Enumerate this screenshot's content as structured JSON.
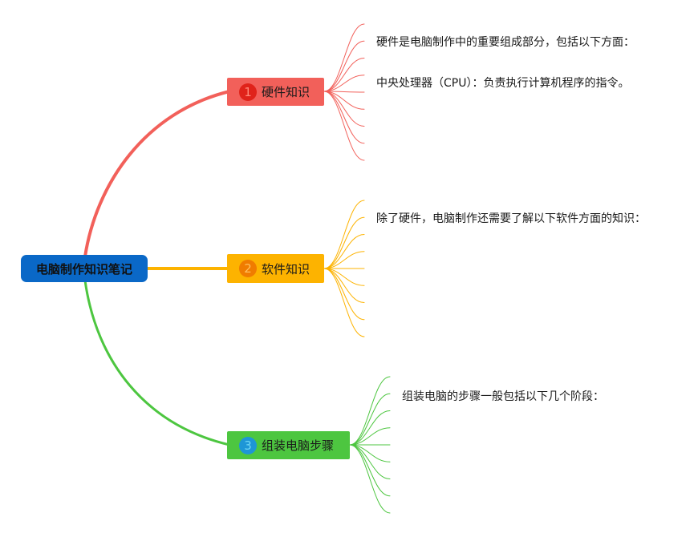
{
  "root": {
    "label": "电脑制作知识笔记"
  },
  "branches": [
    {
      "number": "1",
      "label": "硬件知识",
      "color": "#f2605a",
      "notes": [
        "硬件是电脑制作中的重要组成部分，包括以下方面：",
        "中央处理器（CPU）：负责执行计算机程序的指令。"
      ]
    },
    {
      "number": "2",
      "label": "软件知识",
      "color": "#fdb300",
      "notes": [
        "除了硬件，电脑制作还需要了解以下软件方面的知识："
      ]
    },
    {
      "number": "3",
      "label": "组装电脑步骤",
      "color": "#4dc640",
      "notes": [
        "组装电脑的步骤一般包括以下几个阶段："
      ]
    }
  ]
}
